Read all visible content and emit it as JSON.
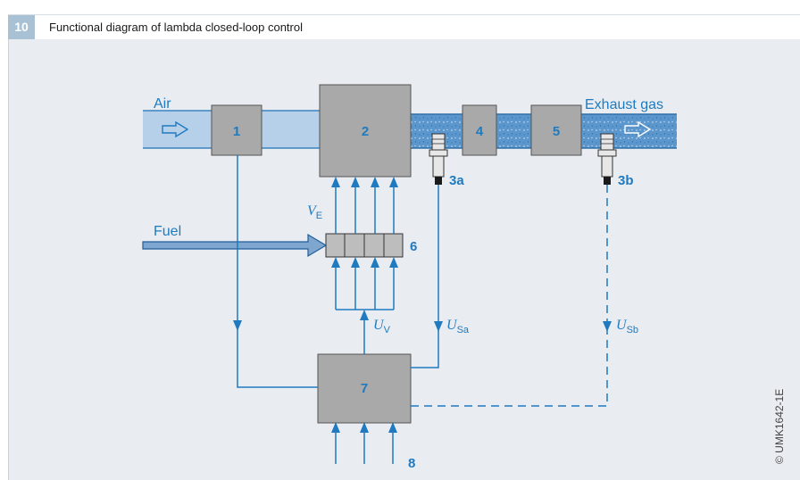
{
  "figure": {
    "number": "10",
    "title": "Functional diagram of lambda closed-loop control",
    "code": "UMK1642-1E",
    "copyright_symbol": "©"
  },
  "labels": {
    "air": "Air",
    "exhaust": "Exhaust gas",
    "fuel": "Fuel",
    "box1": "1",
    "box2": "2",
    "box4": "4",
    "box5": "5",
    "box7": "7",
    "sensor_a": "3a",
    "sensor_b": "3b",
    "injectors": "6",
    "inputs": "8",
    "ve_symbol": "V",
    "ve_sub": "E",
    "uv_symbol": "U",
    "uv_sub": "V",
    "usa_symbol": "U",
    "usa_sub": "Sa",
    "usb_symbol": "U",
    "usb_sub": "Sb"
  },
  "colors": {
    "accent": "#1f7abf",
    "intake_pipe": "#b7d0ea",
    "exhaust_pipe": "#4f8fc7",
    "box_fill": "#a9a9a9",
    "header_badge": "#a8c1d4"
  }
}
